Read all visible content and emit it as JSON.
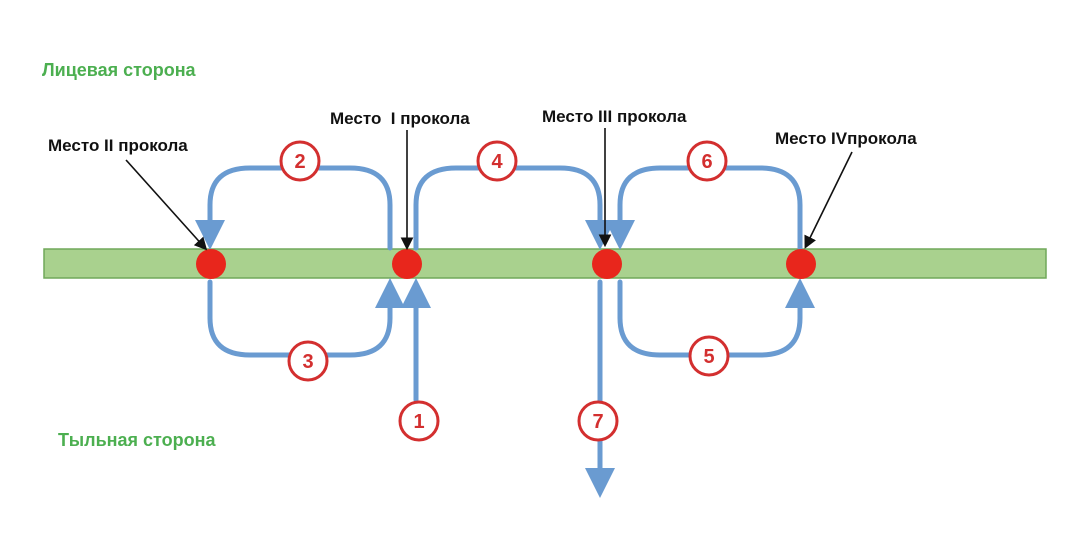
{
  "labels": {
    "face_side": "Лицевая сторона",
    "back_side": "Тыльная сторона",
    "place_1": "Место  I прокола",
    "place_2": "Место II прокола",
    "place_3": "Место III прокола",
    "place_4": "Место IVпрокола"
  },
  "steps": [
    "1",
    "2",
    "3",
    "4",
    "5",
    "6",
    "7"
  ],
  "colors": {
    "fabric_fill": "#a9d18e",
    "fabric_stroke": "#70a85a",
    "puncture": "#e8261c",
    "thread": "#6a9bd1",
    "step_ring": "#d32f2f",
    "side_text": "#4caf50"
  }
}
